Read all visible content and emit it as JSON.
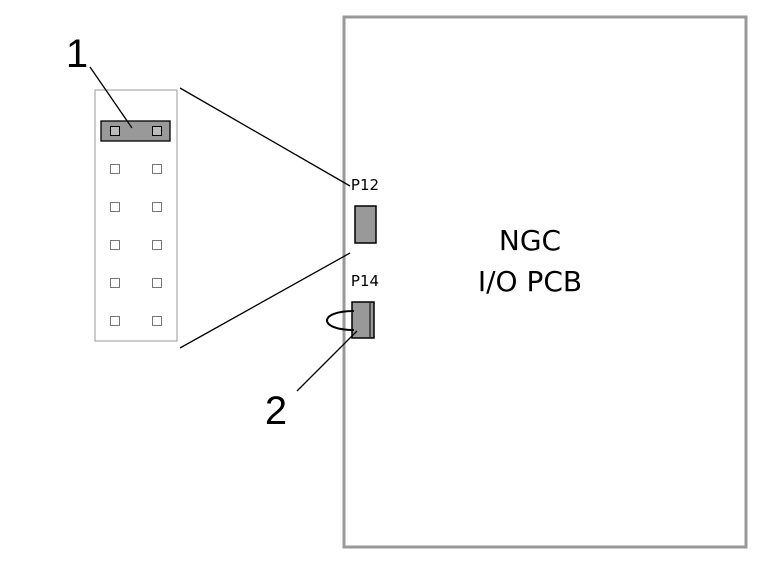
{
  "callouts": {
    "one": "1",
    "two": "2"
  },
  "connectors": {
    "p12": "P12",
    "p14": "P14"
  },
  "board": {
    "line1": "NGC",
    "line2": "I/O PCB"
  },
  "header": {
    "rows": 6,
    "columns": 2,
    "jumpered_row": 1
  },
  "colors": {
    "board_outline": "#999999",
    "connector_fill": "#999999",
    "jumper_fill": "#999999",
    "leader_line": "#000000"
  }
}
